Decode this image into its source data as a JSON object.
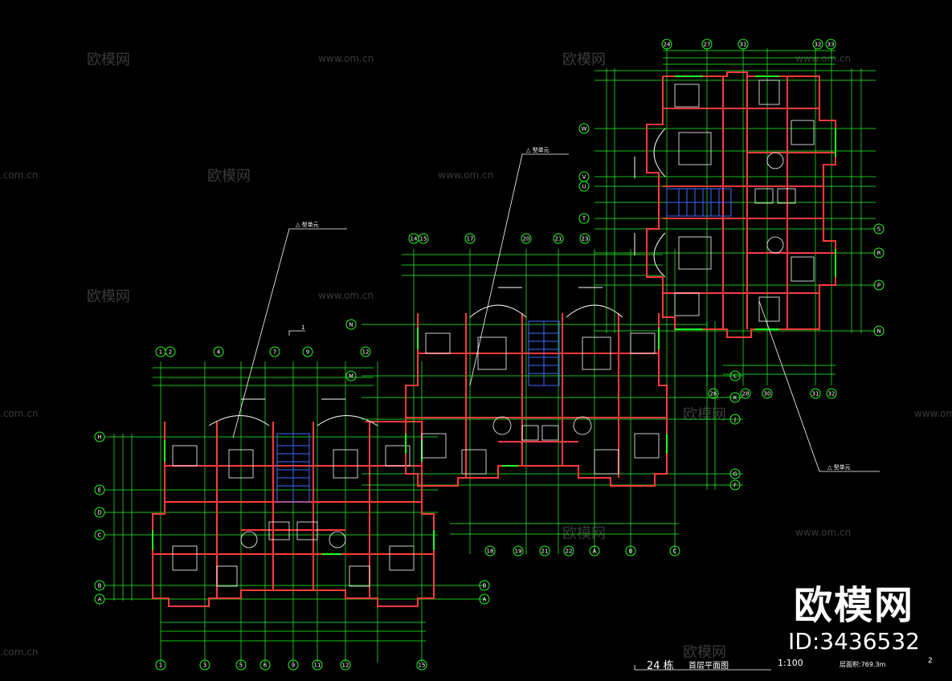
{
  "watermarks": {
    "cn": "欧模网",
    "url": "www.om.cn",
    "url_short": ".com.cn"
  },
  "brand": {
    "name": "欧模网",
    "id": "ID:3436532"
  },
  "title_block": {
    "building": "24 栋",
    "drawing_title": "首层平面图",
    "scale": "1:100",
    "area": "层面积:769.3m",
    "sheet": "2"
  },
  "annotations": {
    "unit_type_a": "△ 型单元",
    "section_mark": "1"
  },
  "grid_labels": {
    "bottom_left": [
      "1",
      "3",
      "5",
      "6",
      "9",
      "11",
      "12",
      "15"
    ],
    "top_left": [
      "1",
      "2",
      "4",
      "7",
      "9",
      "12"
    ],
    "left_rows": [
      "H",
      "E",
      "D",
      "C",
      "B",
      "A"
    ],
    "right_rows_left_block": [
      "B",
      "A"
    ],
    "middle_top": [
      "14",
      "15",
      "17",
      "20",
      "21",
      "23"
    ],
    "middle_bottom": [
      "18",
      "19",
      "21",
      "22",
      "A",
      "B",
      "C"
    ],
    "middle_rows": [
      "N",
      "M",
      "L",
      "K",
      "J",
      "G",
      "F"
    ],
    "right_top": [
      "24",
      "27",
      "31",
      "32",
      "33"
    ],
    "right_rows": [
      "W",
      "V",
      "U",
      "T",
      "S",
      "R",
      "P",
      "N"
    ],
    "right_bottom": [
      "26",
      "28",
      "30",
      "31",
      "32"
    ]
  },
  "colors": {
    "wall": "#ff3b3b",
    "dim": "#22ff22",
    "furniture": "#ffffff",
    "stair": "#3b6bff",
    "grid_bubble": "#22ff22"
  }
}
